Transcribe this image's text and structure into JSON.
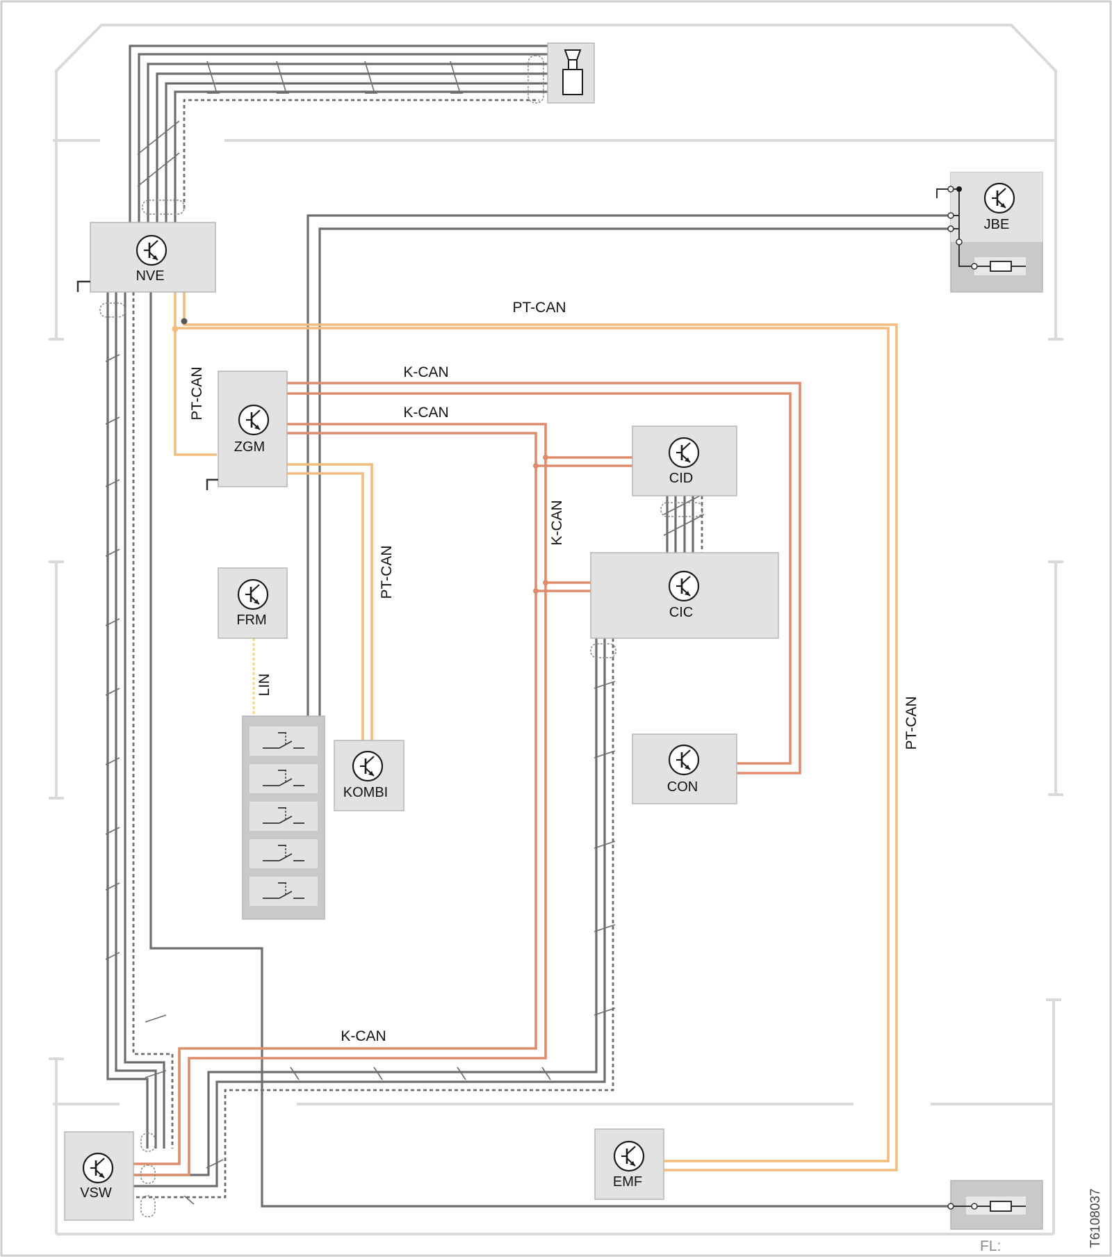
{
  "colors": {
    "frame": "#d9d9d9",
    "module_fill": "#e2e2e2",
    "module_stroke": "#b5b5b5",
    "wire_gray": "#6d6d70",
    "kcan": "#de8c6b",
    "ptcan": "#f2bc7c",
    "lin": "#f6d97a",
    "dark_box": "#c9c9cb"
  },
  "modules": {
    "nve": "NVE",
    "jbe": "JBE",
    "zgm": "ZGM",
    "cid": "CID",
    "cic": "CIC",
    "frm": "FRM",
    "kombi": "KOMBI",
    "con": "CON",
    "vsw": "VSW",
    "emf": "EMF"
  },
  "bus_labels": {
    "ptcan_top": "PT-CAN",
    "ptcan_left": "PT-CAN",
    "ptcan_kombi": "PT-CAN",
    "ptcan_right": "PT-CAN",
    "kcan_upper": "K-CAN",
    "kcan_lower": "K-CAN",
    "kcan_vertical": "K-CAN",
    "kcan_bottom": "K-CAN",
    "lin": "LIN"
  },
  "footer": {
    "doc_id": "T6108037",
    "fl": "FL:"
  },
  "icons": {
    "transistor": "transistor-icon",
    "switch": "switch-icon",
    "fuse": "fuse-icon",
    "horn": "horn-icon",
    "ground": "ground-icon"
  }
}
